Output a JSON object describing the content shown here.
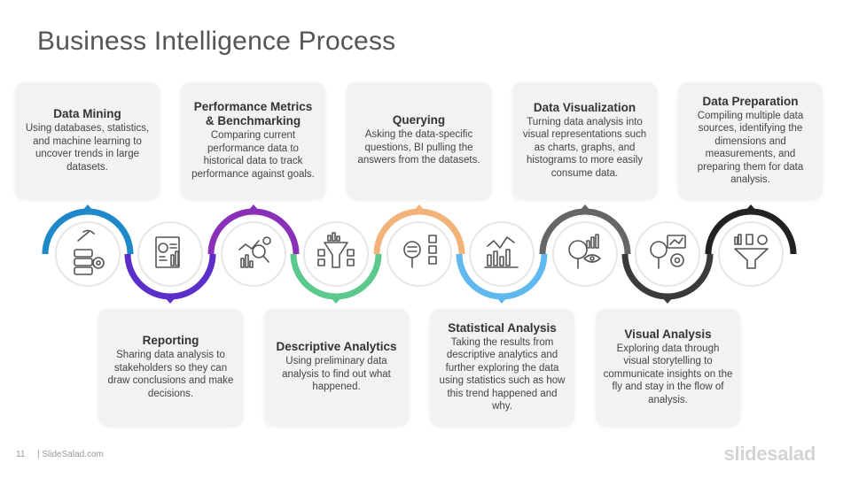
{
  "title": "Business Intelligence Process",
  "top_steps": [
    {
      "title": "Data Mining",
      "text": "Using databases, statistics, and machine learning to uncover trends in large datasets."
    },
    {
      "title": "Performance Metrics & Benchmarking",
      "text": "Comparing current performance data to historical data to track performance against goals."
    },
    {
      "title": "Querying",
      "text": "Asking the data-specific questions, BI pulling the answers from the datasets."
    },
    {
      "title": "Data Visualization",
      "text": "Turning data analysis into visual representations such as charts, graphs, and histograms to more easily consume data."
    },
    {
      "title": "Data Preparation",
      "text": "Compiling multiple data sources, identifying the dimensions and measurements,  and preparing them for data analysis."
    }
  ],
  "bottom_steps": [
    {
      "title": "Reporting",
      "text": "Sharing data analysis to stakeholders so they can draw conclusions and make decisions."
    },
    {
      "title": "Descriptive Analytics",
      "text": "Using preliminary data analysis to find out what happened."
    },
    {
      "title": "Statistical Analysis",
      "text": "Taking the results from descriptive analytics and further exploring the data using statistics such as how this trend happened and why."
    },
    {
      "title": "Visual Analysis",
      "text": "Exploring data through visual storytelling to communicate insights on the fly and stay in the flow of analysis."
    }
  ],
  "chain_colors": [
    "#1e88c9",
    "#5b2fc9",
    "#8a2fb8",
    "#5cc98c",
    "#f2b27a",
    "#5fb8ef",
    "#666666",
    "#3a3a3a",
    "#222222"
  ],
  "icons": [
    "data-mining-icon",
    "report-icon",
    "performance-chart-icon",
    "funnel-analytics-icon",
    "query-magnifier-icon",
    "statistics-chart-icon",
    "visualization-eye-icon",
    "visual-analysis-gear-icon",
    "data-preparation-funnel-icon"
  ],
  "footer": {
    "page_number": "11",
    "site": "| SlideSalad.com",
    "brand": "slidesalad"
  }
}
